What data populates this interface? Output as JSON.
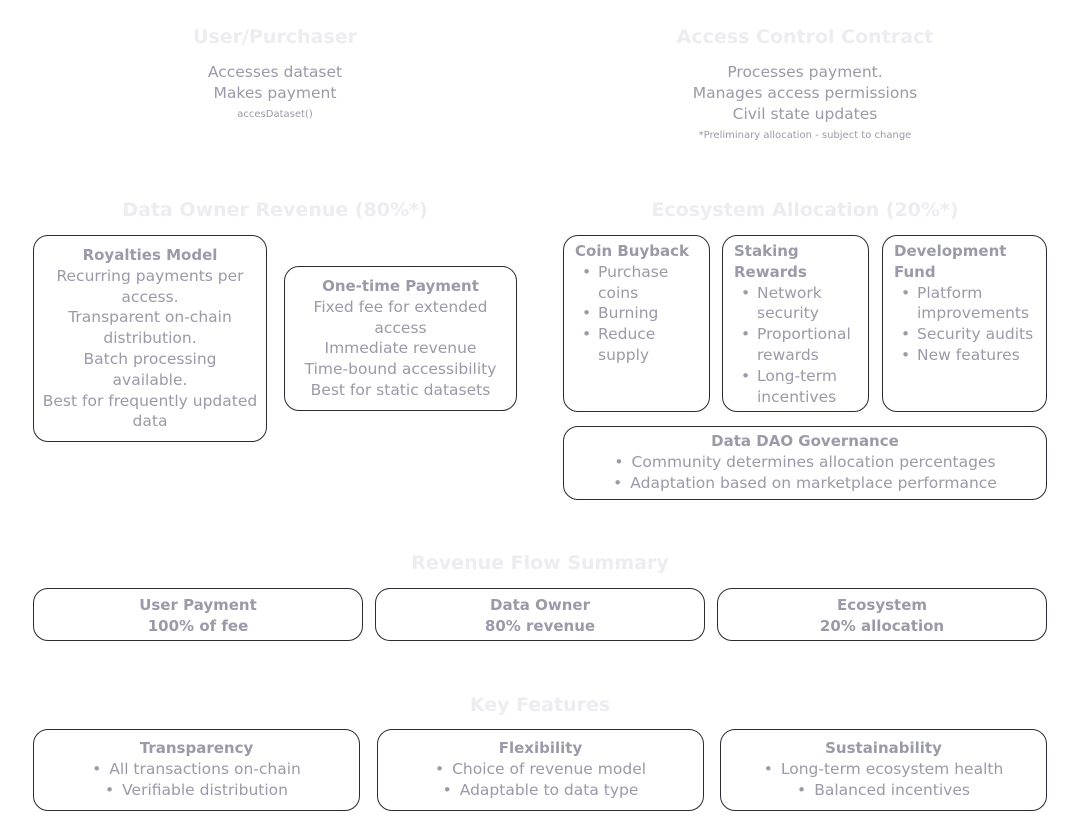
{
  "top": {
    "user": {
      "heading": "User/Purchaser",
      "lines": [
        "Accesses dataset",
        "Makes payment"
      ],
      "func": "accesDataset()"
    },
    "contract": {
      "heading": "Access Control Contract",
      "lines": [
        "Processes payment.",
        "Manages access permissions",
        "Civil state updates"
      ],
      "note": "*Preliminary allocation - subject to change"
    }
  },
  "revenue": {
    "heading": "Data Owner Revenue (80%*)",
    "royalties": {
      "title": "Royalties Model",
      "lines": [
        "Recurring payments per",
        "access.",
        "Transparent on-chain",
        "distribution.",
        "Batch processing",
        "available.",
        "Best for frequently updated",
        "data"
      ]
    },
    "onetime": {
      "title": "One-time Payment",
      "lines": [
        "Fixed fee for extended",
        "access",
        "Immediate revenue",
        "Time-bound accessibility",
        "Best for static datasets"
      ]
    }
  },
  "ecosystem": {
    "heading": "Ecosystem Allocation (20%*)",
    "bullet": "•",
    "buyback": {
      "title": "Coin Buyback",
      "items": [
        [
          "Purchase",
          "coins"
        ],
        [
          "Burning"
        ],
        [
          "Reduce",
          "supply"
        ]
      ]
    },
    "staking": {
      "title_lines": [
        "Staking",
        "Rewards"
      ],
      "items": [
        [
          "Network",
          "security"
        ],
        [
          "Proportional",
          "rewards"
        ],
        [
          "Long-term",
          "incentives"
        ]
      ]
    },
    "devfund": {
      "title_lines": [
        "Development",
        "Fund"
      ],
      "items": [
        [
          "Platform",
          "improvements"
        ],
        [
          "Security audits"
        ],
        [
          "New features"
        ]
      ]
    },
    "governance": {
      "title": "Data DAO Governance",
      "items": [
        "Community determines allocation percentages",
        "Adaptation based on marketplace performance"
      ]
    }
  },
  "summary": {
    "heading": "Revenue Flow Summary",
    "items": [
      {
        "label": "User Payment",
        "value": "100% of fee"
      },
      {
        "label": "Data Owner",
        "value": "80% revenue"
      },
      {
        "label": "Ecosystem",
        "value": "20% allocation"
      }
    ]
  },
  "features": {
    "heading": "Key Features",
    "items": [
      {
        "title": "Transparency",
        "points": [
          "All transactions on-chain",
          "Verifiable distribution"
        ]
      },
      {
        "title": "Flexibility",
        "points": [
          "Choice of revenue model",
          "Adaptable to data type"
        ]
      },
      {
        "title": "Sustainability",
        "points": [
          "Long-term ecosystem health",
          "Balanced incentives"
        ]
      }
    ]
  },
  "colors": {
    "heading": "#ececf1",
    "text": "#9a9aa8",
    "border": "#2b2b33"
  }
}
